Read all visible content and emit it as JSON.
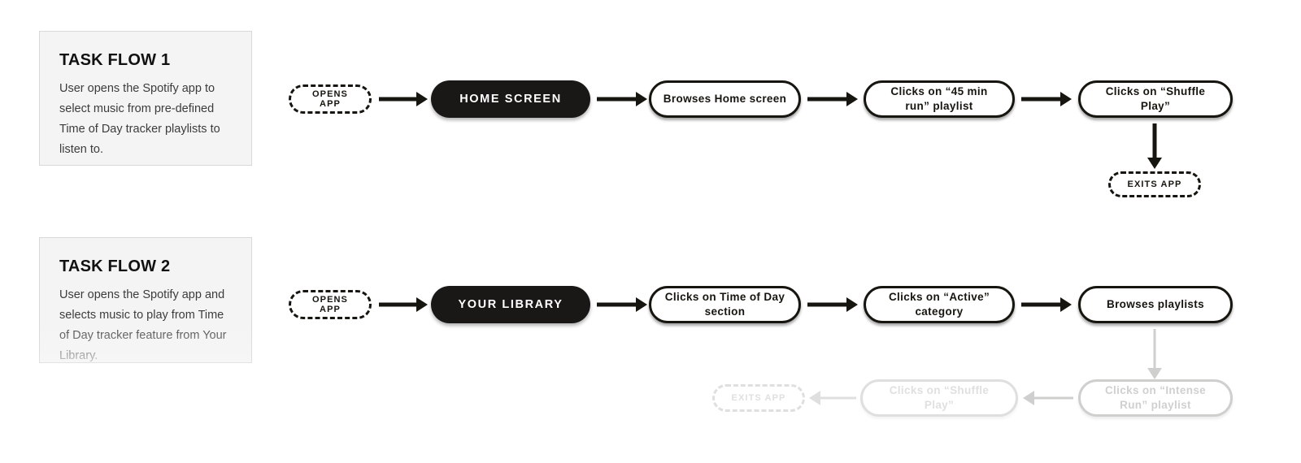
{
  "diagram": {
    "title_hidden": "Task flow diagram",
    "colors": {
      "page_background": "#ffffff",
      "card_background": "#f4f4f4",
      "card_border": "#d8d8d8",
      "ink": "#17150f",
      "screen_fill": "#1a1816",
      "screen_text": "#ffffff",
      "faded_ink": "#cfcfcf"
    }
  },
  "flows": [
    {
      "id": "task-flow-1",
      "card": {
        "title": "TASK FLOW 1",
        "body": "User opens the Spotify app to select music from pre-defined Time of Day tracker playlists to listen to."
      },
      "nodes": [
        {
          "id": "opens-app",
          "type": "terminal",
          "label": "OPENS APP"
        },
        {
          "id": "home-screen",
          "type": "screen",
          "label": "HOME SCREEN"
        },
        {
          "id": "browses-home",
          "type": "action",
          "label": "Browses Home screen"
        },
        {
          "id": "clicks-45-min",
          "type": "action",
          "label": "Clicks on “45 min run” playlist"
        },
        {
          "id": "shuffle-play",
          "type": "action",
          "label": "Clicks on “Shuffle Play”"
        },
        {
          "id": "exits-app",
          "type": "terminal",
          "label": "EXITS APP"
        }
      ]
    },
    {
      "id": "task-flow-2",
      "card": {
        "title": "TASK FLOW 2",
        "body": "User opens the Spotify app and selects music to play from Time of Day tracker feature from Your Library."
      },
      "nodes": [
        {
          "id": "opens-app",
          "type": "terminal",
          "label": "OPENS APP"
        },
        {
          "id": "your-library",
          "type": "screen",
          "label": "YOUR LIBRARY"
        },
        {
          "id": "time-of-day",
          "type": "action",
          "label": "Clicks on Time of Day section"
        },
        {
          "id": "active-category",
          "type": "action",
          "label": "Clicks on “Active” category"
        },
        {
          "id": "browses-playlists",
          "type": "action",
          "label": "Browses playlists"
        },
        {
          "id": "intense-run",
          "type": "action",
          "label": "Clicks on “Intense Run” playlist"
        },
        {
          "id": "shuffle-play",
          "type": "action",
          "label": "Clicks on “Shuffle Play”"
        },
        {
          "id": "exits-app",
          "type": "terminal",
          "label": "EXITS APP"
        }
      ]
    }
  ]
}
